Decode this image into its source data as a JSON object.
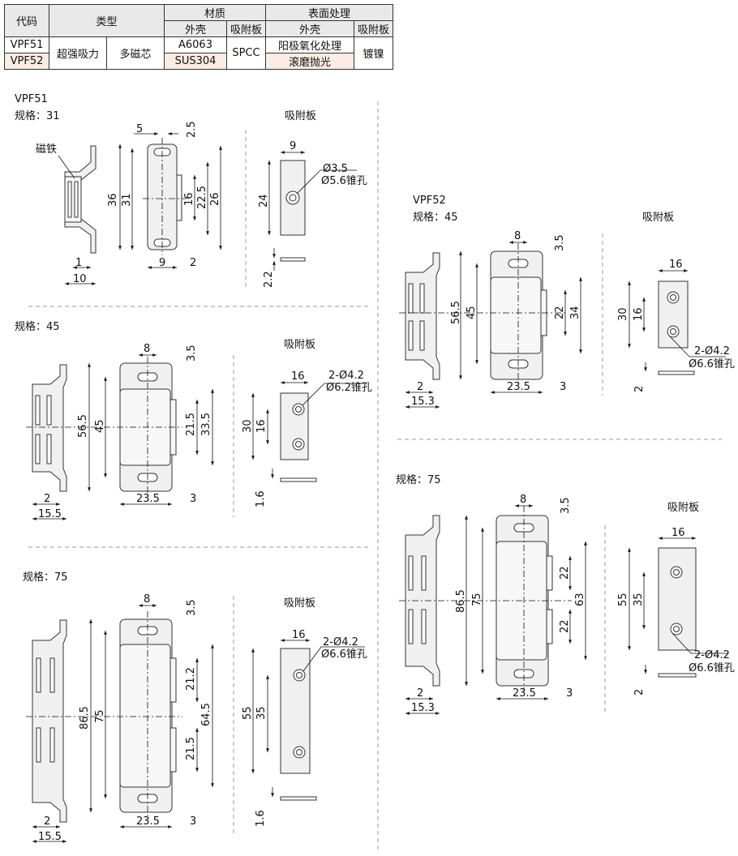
{
  "table": {
    "h_code": "代码",
    "h_type": "类型",
    "h_material": "材质",
    "h_surface": "表面处理",
    "h_shell": "外壳",
    "h_plate": "吸附板",
    "h_shell2": "外壳",
    "h_plate2": "吸附板",
    "row1_code": "VPF51",
    "row2_code": "VPF52",
    "type1": "超强吸力",
    "type2": "多磁芯",
    "mat1": "A6063",
    "mat2": "SUS304",
    "plate_mat": "SPCC",
    "surf1": "阳极氧化处理",
    "surf2": "滚磨抛光",
    "plate_surf": "镀镍"
  },
  "labels": {
    "vpf51": "VPF51",
    "vpf52": "VPF52",
    "spec31": "规格：31",
    "spec45": "规格：45",
    "spec75": "规格：75",
    "plate": "吸附板",
    "magnet": "磁铁"
  },
  "dims": {
    "d5": "5",
    "d2_5": "2.5",
    "d36": "36",
    "d31": "31",
    "d16": "16",
    "d22_5": "22.5",
    "d26": "26",
    "d1": "1",
    "d10": "10",
    "d9": "9",
    "d2": "2",
    "d24": "24",
    "d2_2": "2.2",
    "hole31_a": "Ø3.5",
    "hole31_b": "Ø5.6锥孔",
    "d8": "8",
    "d3_5": "3.5",
    "d56_5": "56.5",
    "d45": "45",
    "d21_5": "21.5",
    "d33_5": "33.5",
    "d15_5": "15.5",
    "d23_5": "23.5",
    "d3": "3",
    "d30": "30",
    "d1_6": "1.6",
    "hole42": "2-Ø4.2",
    "cone62": "Ø6.2锥孔",
    "cone66": "Ø6.6锥孔",
    "d86_5": "86.5",
    "d75": "75",
    "d21_2": "21.2",
    "d64_5": "64.5",
    "d55": "55",
    "d35": "35",
    "d22": "22",
    "d34": "34",
    "d15_3": "15.3",
    "d63": "63"
  }
}
